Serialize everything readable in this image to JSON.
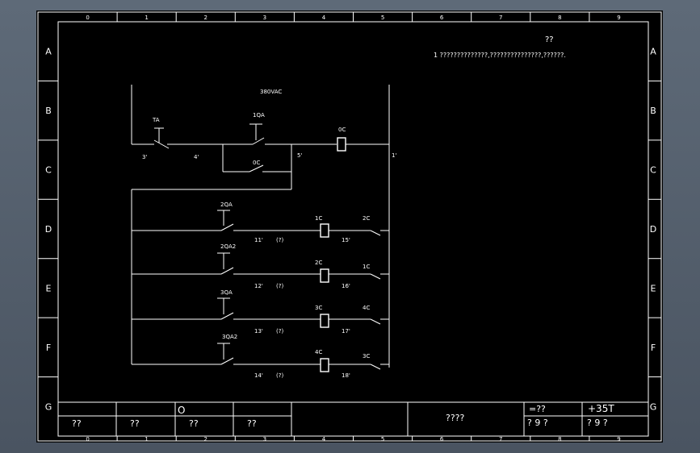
{
  "frame": {
    "col_labels": [
      "0",
      "1",
      "2",
      "3",
      "4",
      "5",
      "6",
      "7",
      "8",
      "9"
    ],
    "row_labels": [
      "A",
      "B",
      "C",
      "D",
      "E",
      "F",
      "G"
    ]
  },
  "notes": {
    "header": "??",
    "line1": "1  ??????????????,???????????????,??????."
  },
  "circuit": {
    "supply": "380VAC",
    "main": {
      "stop": "TA",
      "start": "1QA",
      "hold": "0C",
      "coil": "0C",
      "n3": "3'",
      "n4": "4'",
      "n5": "5'",
      "n1": "1'"
    },
    "branches": [
      {
        "button": "2QA",
        "node": "11'",
        "mark": "(?)",
        "coil": "1C",
        "node2": "15'",
        "interlock": "2C"
      },
      {
        "button": "2QA2",
        "node": "12'",
        "mark": "(?)",
        "coil": "2C",
        "node2": "16'",
        "interlock": "1C"
      },
      {
        "button": "3QA",
        "node": "13'",
        "mark": "(?)",
        "coil": "3C",
        "node2": "17'",
        "interlock": "4C"
      },
      {
        "button": "3QA2",
        "node": "14'",
        "mark": "(?)",
        "coil": "4C",
        "node2": "18'",
        "interlock": "3C"
      }
    ]
  },
  "title_block": {
    "o_mark": "O",
    "bottom_cells": [
      "??",
      "??",
      "??",
      "??"
    ],
    "center": "????",
    "ref": "=??",
    "code": "+35T",
    "sheet_left": "?  9  ?",
    "sheet_right": "?  9  ?"
  },
  "colors": {
    "background": "#000000",
    "lines": "#ffffff",
    "outside": "#55606d"
  }
}
